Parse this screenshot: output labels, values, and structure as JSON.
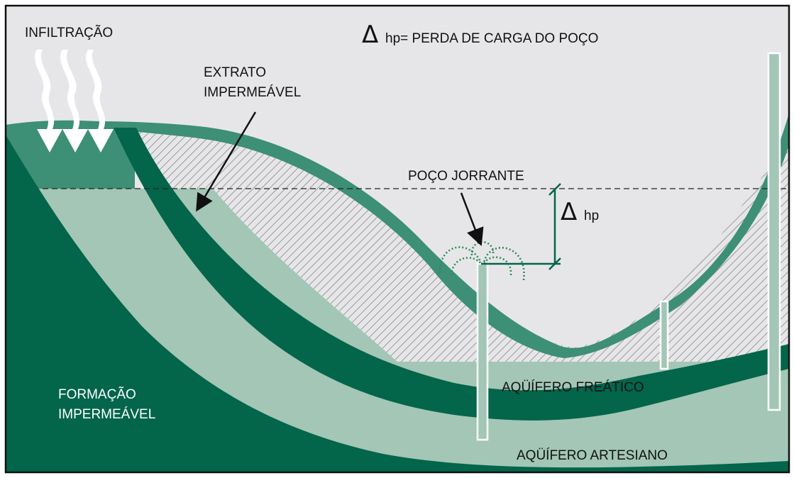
{
  "labels": {
    "infiltration": "INFILTRAÇÃO",
    "delta_symbol": "Δ",
    "legend_text": "hp= PERDA DE CARGA DO POÇO",
    "extrato_line1": "EXTRATO",
    "extrato_line2": "IMPERMEÁVEL",
    "poco_jorrante": "POÇO JORRANTE",
    "delta_hp": "hp",
    "aquifero_freatico": "AQÜÍFERO FREÁTICO",
    "aquifero_artesiano": "AQÜÍFERO ARTESIANO",
    "formacao_line1": "FORMAÇÃO",
    "formacao_line2": "IMPERMEÁVEL"
  },
  "colors": {
    "sky": "#e6e6e8",
    "dark_green": "#03654a",
    "medium_green": "#3d8f75",
    "light_green": "#a3c6b6",
    "hatch": "#7a7a7a",
    "well_spray": "#2e8b57",
    "outline": "#111111"
  },
  "icons": [
    "infiltration-arrow-icon",
    "spray-arc-icon",
    "pointer-arrow-icon"
  ]
}
